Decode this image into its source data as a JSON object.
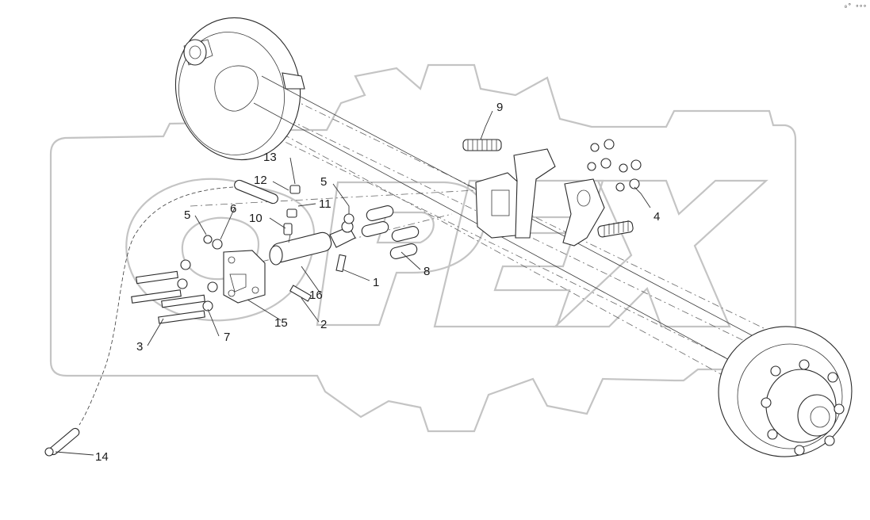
{
  "watermark": {
    "text": "OPEX",
    "color": "#c4c4c4"
  },
  "colors": {
    "line": "#2a2a2a",
    "background": "#ffffff"
  },
  "callouts": [
    "1",
    "2",
    "3",
    "4",
    "5",
    "5",
    "6",
    "7",
    "8",
    "9",
    "10",
    "11",
    "12",
    "13",
    "14",
    "15",
    "16"
  ],
  "corner_mark": "₀° ∘∘∘"
}
